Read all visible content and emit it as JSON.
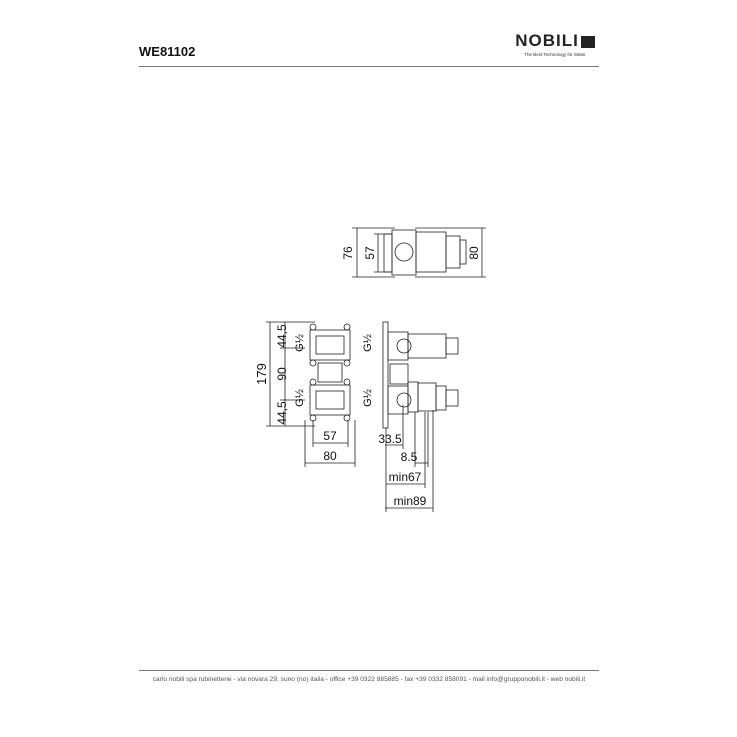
{
  "header": {
    "product_code": "WE81102",
    "brand": "NOBILI",
    "tagline": "The Best Technology for Water"
  },
  "drawing": {
    "top_view": {
      "depth_outer": "76",
      "depth_inner": "57",
      "width": "80"
    },
    "front_view": {
      "total_height": "179",
      "top_offset": "44,5",
      "center_spacing": "90",
      "bottom_offset": "44,5",
      "thread_labels": [
        "G½",
        "G½",
        "G½",
        "G½"
      ],
      "inner_width": "57",
      "outer_width": "80"
    },
    "side_view": {
      "dim1": "33.5",
      "dim2": "8.5",
      "dim3": "min67",
      "dim4": "min89"
    }
  },
  "footer": {
    "text": "carlo nobili spa rubinetterie - via novara 29, suno (no) italia - office +39 0322 885885 - fax +39 0332 858091 - mail info@grupponobili.it - web nobili.it"
  }
}
